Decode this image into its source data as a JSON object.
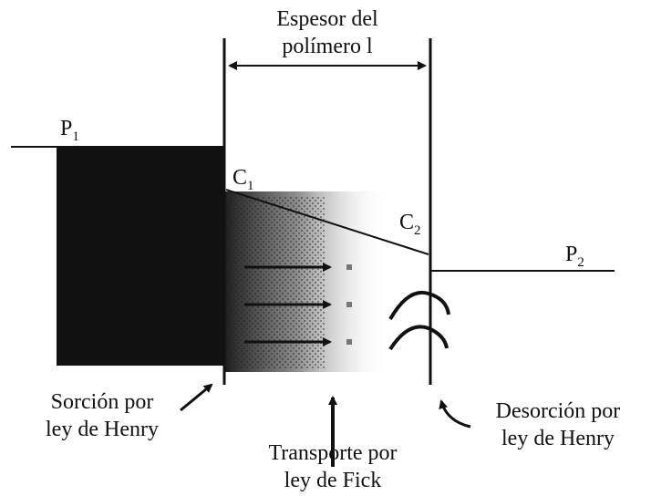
{
  "labels": {
    "thickness_line1": "Espesor del",
    "thickness_line2": "polímero l",
    "p1_main": "P",
    "p1_sub": "1",
    "p2_main": "P",
    "p2_sub": "2",
    "c1_main": "C",
    "c1_sub": "1",
    "c2_main": "C",
    "c2_sub": "2",
    "sorption_line1": "Sorción por",
    "sorption_line2": "ley de Henry",
    "transport_line1": "Transporte por",
    "transport_line2": "ley de Fick",
    "desorption_line1": "Desorción por",
    "desorption_line2": "ley de Henry"
  },
  "colors": {
    "ink": "#111111",
    "block": "#111111"
  }
}
